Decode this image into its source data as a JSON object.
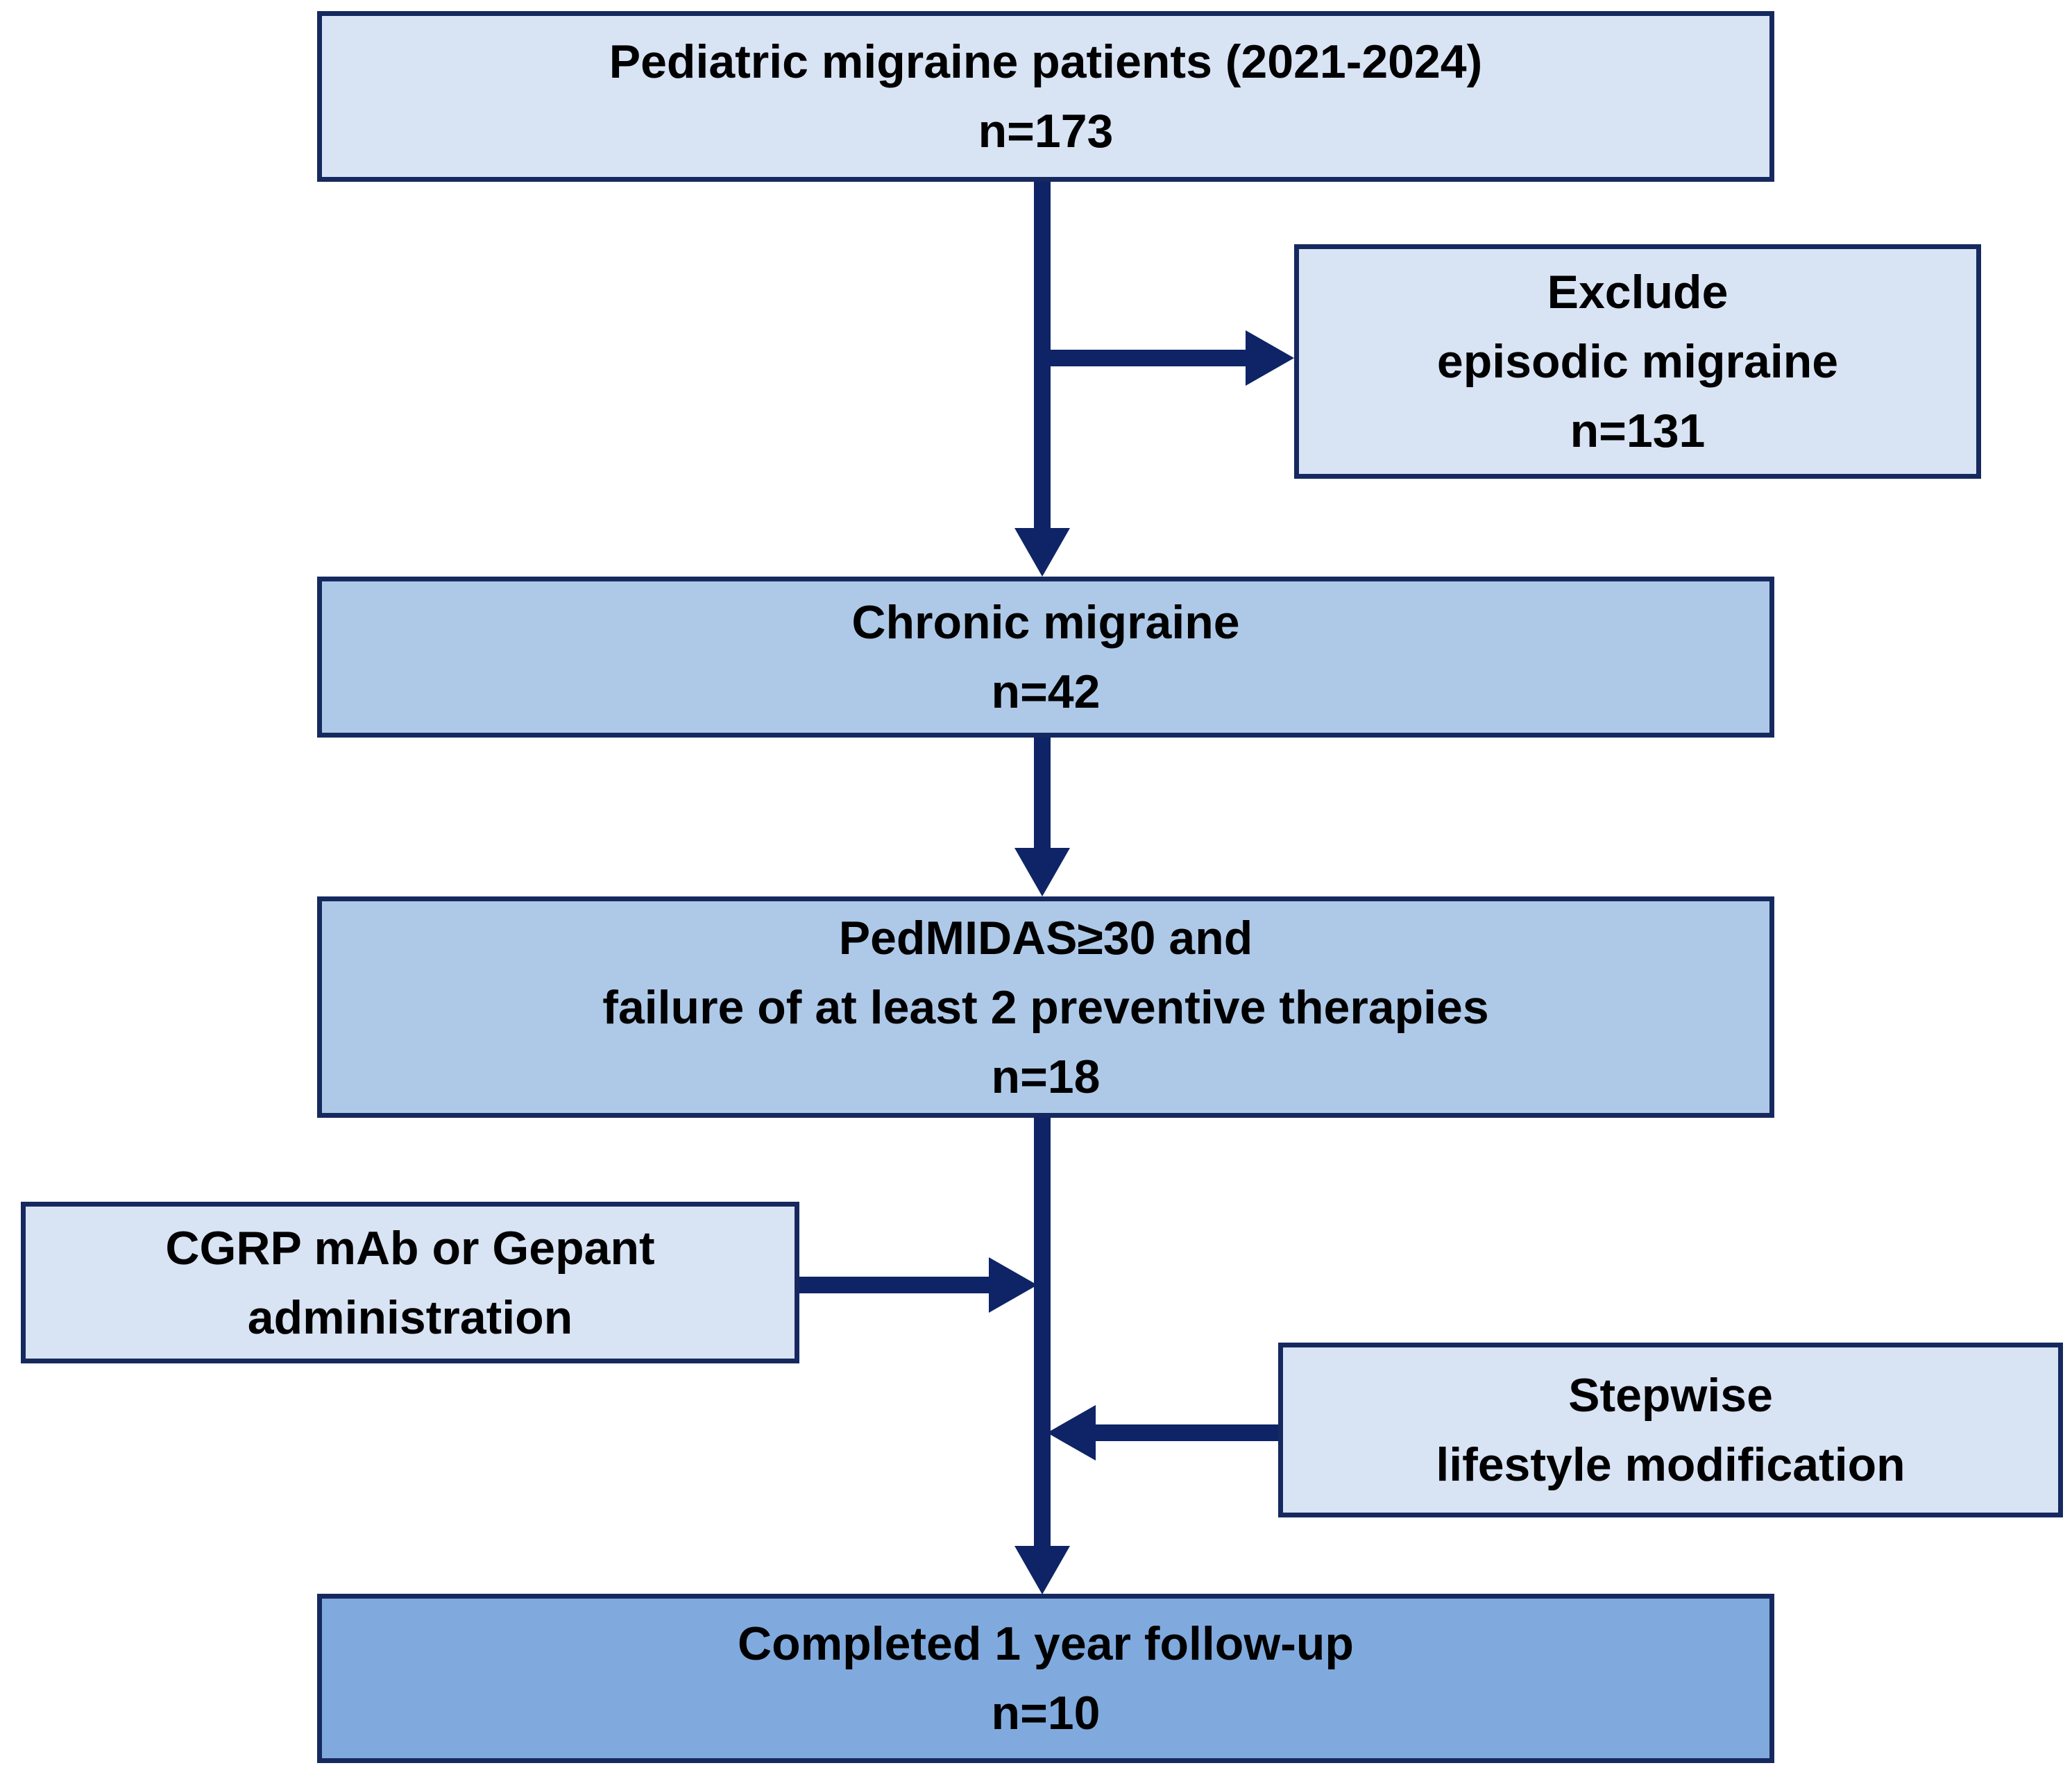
{
  "colors": {
    "background": "#ffffff",
    "box_fill_light": "#d8e3f4",
    "box_fill_medium": "#aec9e8",
    "box_fill_dark": "#80aade",
    "box_border": "#16295f",
    "arrow": "#0e2466",
    "text": "#000000"
  },
  "flowchart": {
    "boxes": [
      {
        "id": "patients",
        "lines": [
          "Pediatric migraine patients (2021-2024)",
          "n=173"
        ]
      },
      {
        "id": "exclude",
        "lines": [
          "Exclude",
          "episodic migraine",
          "n=131"
        ]
      },
      {
        "id": "chronic",
        "lines": [
          "Chronic migraine",
          "n=42"
        ]
      },
      {
        "id": "pedmidas",
        "lines": [
          "PedMIDAS≥30 and",
          "failure of at least 2 preventive therapies",
          "n=18"
        ]
      },
      {
        "id": "cgrp",
        "lines": [
          "CGRP mAb or Gepant",
          "administration"
        ]
      },
      {
        "id": "stepwise",
        "lines": [
          "Stepwise",
          "lifestyle modification"
        ]
      },
      {
        "id": "completed",
        "lines": [
          "Completed 1 year follow-up",
          "n=10"
        ]
      }
    ]
  }
}
